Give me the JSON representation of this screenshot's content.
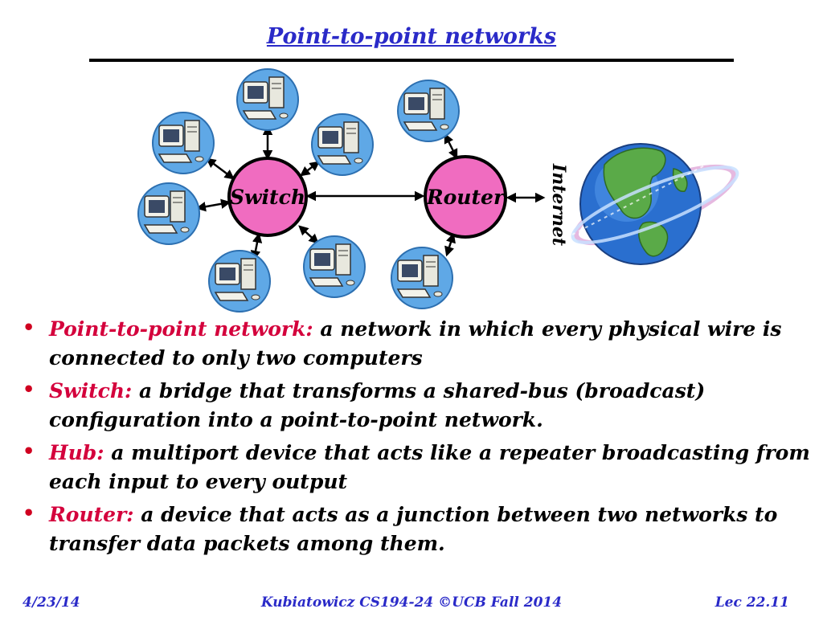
{
  "title": "Point-to-point networks",
  "diagram": {
    "switch_label": "Switch",
    "router_label": "Router",
    "internet_label": "Internet",
    "colors": {
      "node_fill": "#f06cc0",
      "computer_bg": "#5fa8e6",
      "globe": "#2a6fcf"
    }
  },
  "bullets": [
    {
      "term": "Point-to-point network:",
      "text": " a network in which every physical wire is connected to only two computers"
    },
    {
      "term": "Switch:",
      "text": " a bridge that transforms a shared-bus (broadcast) configuration into a point-to-point network."
    },
    {
      "term": "Hub:",
      "text": " a multiport device that acts like a repeater broadcasting from each input to every output"
    },
    {
      "term": "Router:",
      "text": " a device that acts as a junction between two networks to transfer data packets among them."
    }
  ],
  "footer": {
    "date": "4/23/14",
    "course": "Kubiatowicz CS194-24 ©UCB Fall 2014",
    "lecture": "Lec 22.11"
  }
}
